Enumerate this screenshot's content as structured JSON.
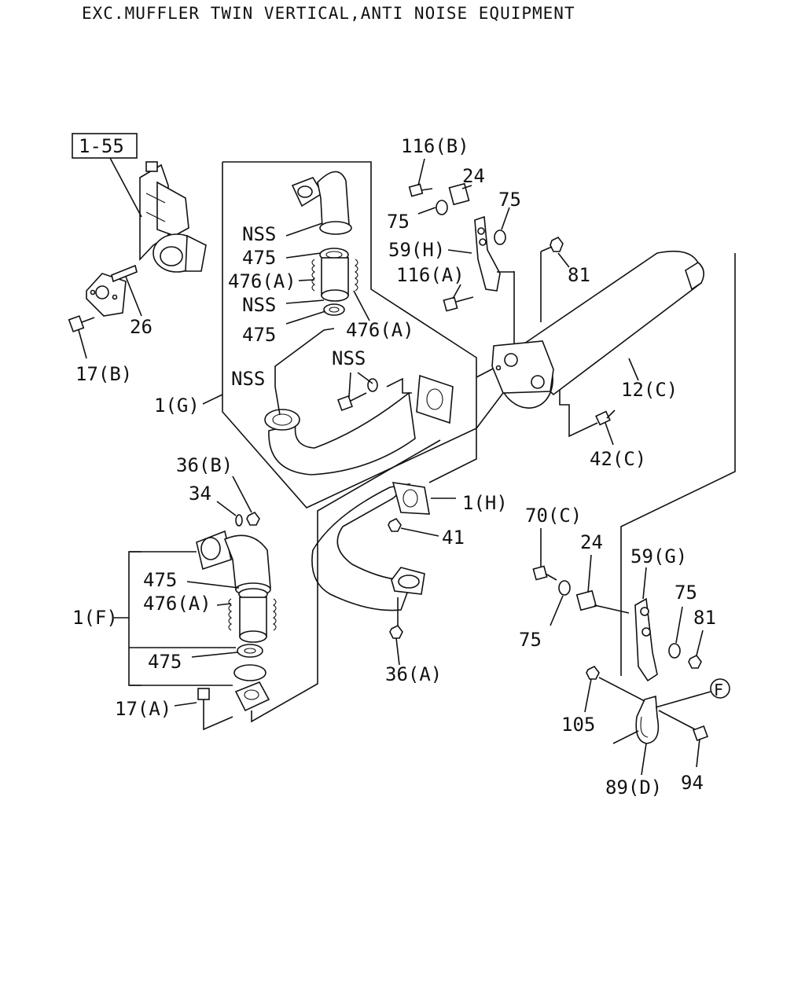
{
  "title": "EXC.MUFFLER TWIN VERTICAL,ANTI NOISE EQUIPMENT",
  "reference_box": "1-55",
  "callout_letter": "F",
  "labels": {
    "l116b": "116(B)",
    "l24a": "24",
    "l75a": "75",
    "l75b": "75",
    "l59h": "59(H)",
    "l81a": "81",
    "l116a": "116(A)",
    "l26": "26",
    "l17b": "17(B)",
    "lnss1": "NSS",
    "l475a": "475",
    "l476a1": "476(A)",
    "lnss2": "NSS",
    "l475b": "475",
    "l476a2": "476(A)",
    "lnss3": "NSS",
    "lnss4": "NSS",
    "l1g": "1(G)",
    "l12c": "12(C)",
    "l42c": "42(C)",
    "l36b": "36(B)",
    "l34": "34",
    "l1h": "1(H)",
    "l41": "41",
    "l70c": "70(C)",
    "l24b": "24",
    "l59g": "59(G)",
    "l475c": "475",
    "l476a3": "476(A)",
    "l1f": "1(F)",
    "l75c": "75",
    "l81b": "81",
    "l475d": "475",
    "l75d": "75",
    "l17a": "17(A)",
    "l36a": "36(A)",
    "l105": "105",
    "l94": "94",
    "l89d": "89(D)"
  }
}
